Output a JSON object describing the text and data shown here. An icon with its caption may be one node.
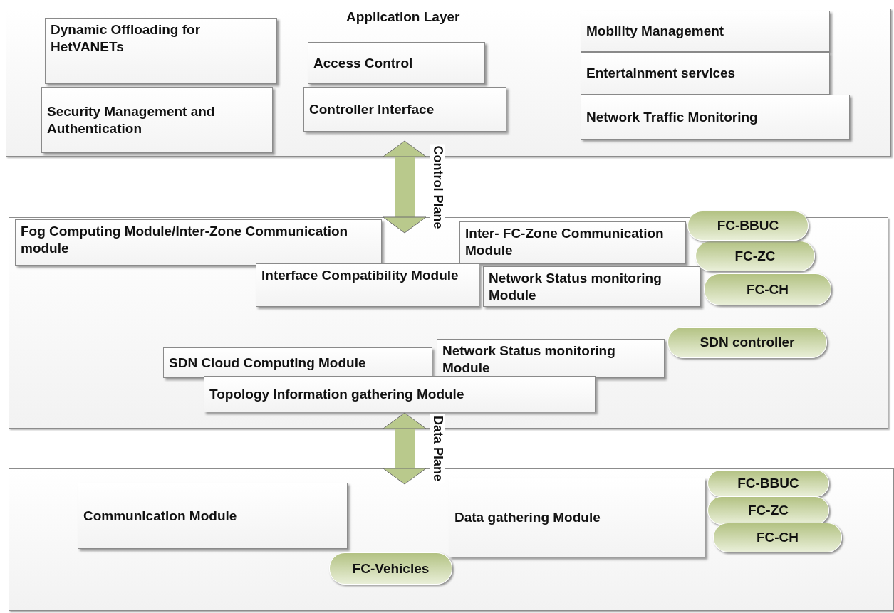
{
  "diagram": {
    "nodes": [
      {
        "text": [
          "Application Layer"
        ]
      },
      {
        "text": [
          "Dynamic Offloading for HetVANETs"
        ],
        "in": 0
      },
      {
        "text": [
          "Security Management and Authentication"
        ],
        "in": 0
      },
      {
        "text": [
          "Access Control"
        ],
        "in": 0
      },
      {
        "text": [
          "Controller Interface"
        ],
        "in": 0
      },
      {
        "text": [
          "Mobility Management"
        ],
        "in": 0
      },
      {
        "text": [
          "Entertainment services"
        ],
        "in": 0
      },
      {
        "text": [
          "Network Traffic Monitoring"
        ],
        "in": 0
      },
      {
        "text": [],
        "shape": "box"
      },
      {
        "text": [
          "Fog Computing Module/Inter-Zone Communication module"
        ],
        "in": 8
      },
      {
        "text": [
          "Inter- FC-Zone Communication Module"
        ],
        "in": 8
      },
      {
        "text": [
          "FC-BBUC"
        ]
      },
      {
        "text": [
          "FC-ZC"
        ],
        "in": 8
      },
      {
        "text": [
          "FC-CH"
        ],
        "in": 8
      },
      {
        "text": [
          "Interface Compatibility Module"
        ],
        "in": 8
      },
      {
        "text": [
          "Network Status monitoring Module"
        ],
        "in": 8
      },
      {
        "text": [
          "SDN controller"
        ],
        "in": 8
      },
      {
        "text": [
          "SDN Cloud Computing Module"
        ],
        "in": 8
      },
      {
        "text": [
          "Network Status monitoring Module"
        ],
        "in": 8
      },
      {
        "text": [
          "Topology Information gathering Module"
        ],
        "in": 8
      },
      {
        "text": [],
        "shape": "box"
      },
      {
        "text": [
          "Communication Module"
        ],
        "in": 20
      },
      {
        "text": [
          "Data gathering Module"
        ],
        "in": 20
      },
      {
        "text": [
          "FC-BBUC"
        ],
        "in": 20
      },
      {
        "text": [
          "FC-ZC"
        ],
        "in": 20
      },
      {
        "text": [
          "FC-CH"
        ],
        "in": 20
      },
      {
        "text": [
          "FC-Vehicles"
        ],
        "in": 20
      }
    ],
    "edges": [
      {
        "from": 0,
        "to": 8,
        "arrow": "both",
        "label": "Control Plane"
      },
      {
        "from": 8,
        "to": 20,
        "arrow": "both",
        "label": "Data Plane"
      }
    ]
  }
}
